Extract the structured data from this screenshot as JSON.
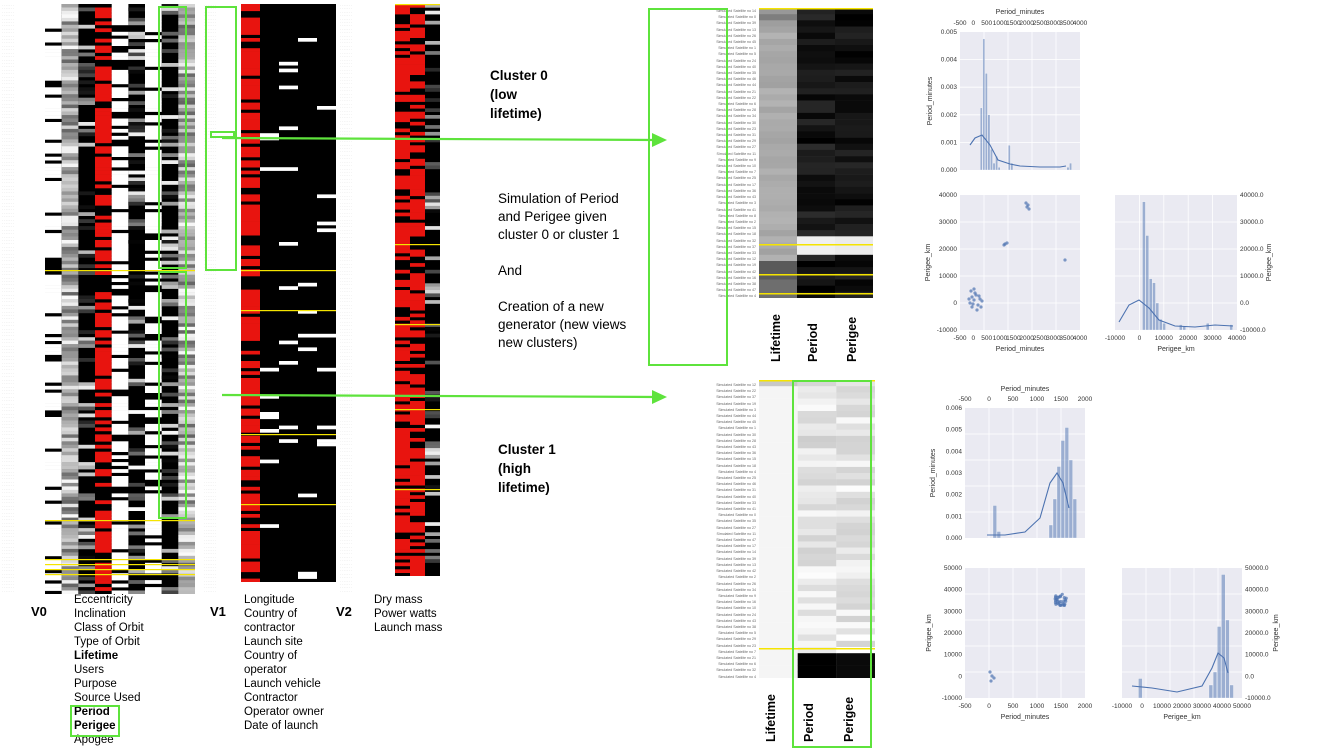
{
  "views": [
    {
      "tag": "V0",
      "features": [
        {
          "label": "Eccentricity",
          "bold": false
        },
        {
          "label": "Inclination",
          "bold": false
        },
        {
          "label": "Class of Orbit",
          "bold": false
        },
        {
          "label": "Type of Orbit",
          "bold": false
        },
        {
          "label": "Lifetime",
          "bold": true
        },
        {
          "label": "Users",
          "bold": false
        },
        {
          "label": "Purpose",
          "bold": false
        },
        {
          "label": "Source Used",
          "bold": false
        },
        {
          "label": "Period",
          "bold": true
        },
        {
          "label": "Perigee",
          "bold": true
        },
        {
          "label": "Apogee",
          "bold": false
        }
      ]
    },
    {
      "tag": "V1",
      "features": [
        {
          "label": "Longitude"
        },
        {
          "label": "Country of"
        },
        {
          "label": "contractor"
        },
        {
          "label": "Launch site"
        },
        {
          "label": "Country of"
        },
        {
          "label": "operator"
        },
        {
          "label": "Launch vehicle"
        },
        {
          "label": "Contractor"
        },
        {
          "label": "Operator owner"
        },
        {
          "label": "Date of launch"
        }
      ]
    },
    {
      "tag": "V2",
      "features": [
        {
          "label": "Dry mass"
        },
        {
          "label": "Power watts"
        },
        {
          "label": "Launch mass"
        }
      ]
    }
  ],
  "cluster0": {
    "title_lines": [
      "Cluster 0",
      "(low",
      "lifetime)"
    ]
  },
  "cluster1": {
    "title_lines": [
      "Cluster 1",
      "(high",
      "lifetime)"
    ]
  },
  "description_lines": [
    "Simulation of Period",
    "and Perigee given",
    "cluster 0 or cluster 1",
    "",
    "And",
    "",
    "Creation of a new",
    "generator (new views",
    "new clusters)"
  ],
  "sim_columns": [
    "Lifetime",
    "Period",
    "Perigee"
  ],
  "sim_row_prefix": "Simulated Satellite no",
  "plots": {
    "c0": {
      "hist_period": {
        "top_label": "Period_minutes",
        "top_ticks": [
          "-500",
          "0",
          "500",
          "1000",
          "1500",
          "2000",
          "2500",
          "3000",
          "3500",
          "4000"
        ],
        "left_label": "Period_minutes",
        "y_ticks": [
          "0.005",
          "0.004",
          "0.003",
          "0.002",
          "0.001",
          "0.000"
        ]
      },
      "scatter": {
        "y_label": "Perigee_km",
        "x_label": "Period_minutes",
        "y_ticks": [
          "40000",
          "30000",
          "20000",
          "10000",
          "0",
          "-10000"
        ],
        "x_ticks": [
          "-500",
          "0",
          "500",
          "1000",
          "1500",
          "2000",
          "2500",
          "3000",
          "3500",
          "4000"
        ]
      },
      "hist_perigee": {
        "right_label": "Perigee_km",
        "x_label": "Perigee_km",
        "y_ticks": [
          "40000.0",
          "30000.0",
          "20000.0",
          "10000.0",
          "0.0",
          "-10000.0"
        ],
        "x_ticks": [
          "-10000",
          "0",
          "10000",
          "20000",
          "30000",
          "40000"
        ]
      }
    },
    "c1": {
      "hist_period": {
        "top_label": "Period_minutes",
        "top_ticks": [
          "-500",
          "0",
          "500",
          "1000",
          "1500",
          "2000"
        ],
        "left_label": "Period_minutes",
        "y_ticks": [
          "0.006",
          "0.005",
          "0.004",
          "0.003",
          "0.002",
          "0.001",
          "0.000"
        ]
      },
      "scatter": {
        "y_label": "Perigee_km",
        "x_label": "Period_minutes",
        "y_ticks": [
          "50000",
          "40000",
          "30000",
          "20000",
          "10000",
          "0",
          "-10000"
        ],
        "x_ticks": [
          "-500",
          "0",
          "500",
          "1000",
          "1500",
          "2000"
        ]
      },
      "hist_perigee": {
        "right_label": "Perigee_km",
        "x_label": "Perigee_km",
        "y_ticks": [
          "50000.0",
          "40000.0",
          "30000.0",
          "20000.0",
          "10000.0",
          "0.0",
          "-10000.0"
        ],
        "x_ticks": [
          "-10000",
          "0",
          "10000",
          "20000",
          "30000",
          "40000",
          "50000"
        ]
      }
    }
  },
  "colors": {
    "highlight": "#5ee33c",
    "separator": "#f5e400",
    "red": "#e8140f",
    "plot_bg": "#eaeaf2",
    "series": "#4c72b0"
  }
}
